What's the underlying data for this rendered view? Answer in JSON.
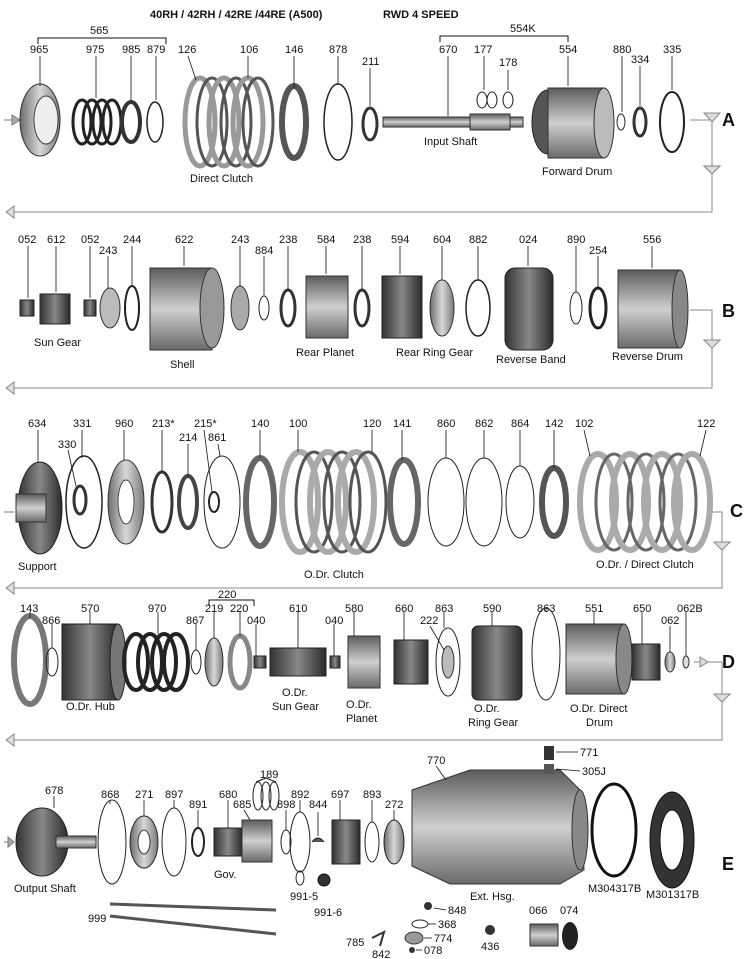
{
  "header": {
    "title": "40RH / 42RH / 42RE /44RE  (A500)",
    "subtitle": "RWD 4 SPEED"
  },
  "sections": [
    "A",
    "B",
    "C",
    "D",
    "E"
  ],
  "groups": {
    "g565": "565",
    "g554K": "554K",
    "g220": "220",
    "g189": "189"
  },
  "rowA": {
    "numbers": [
      "965",
      "975",
      "985",
      "879",
      "126",
      "106",
      "146",
      "878",
      "211",
      "670",
      "177",
      "178",
      "554",
      "880",
      "334",
      "335"
    ],
    "names": [
      "Direct Clutch",
      "Input Shaft",
      "Forward Drum"
    ]
  },
  "rowB": {
    "numbers": [
      "052",
      "612",
      "052",
      "243",
      "244",
      "622",
      "243",
      "884",
      "238",
      "584",
      "238",
      "594",
      "604",
      "882",
      "024",
      "890",
      "254",
      "556"
    ],
    "names": [
      "Sun Gear",
      "Shell",
      "Rear Planet",
      "Rear Ring Gear",
      "Reverse  Band",
      "Reverse Drum"
    ]
  },
  "rowC": {
    "numbers": [
      "634",
      "331",
      "330",
      "960",
      "213*",
      "214",
      "215*",
      "861",
      "140",
      "100",
      "120",
      "141",
      "860",
      "862",
      "864",
      "142",
      "102",
      "122"
    ],
    "names": [
      "Support",
      "O.Dr. Clutch",
      "O.Dr. / Direct Clutch"
    ]
  },
  "rowD": {
    "numbers": [
      "143",
      "866",
      "570",
      "970",
      "867",
      "219",
      "220",
      "040",
      "610",
      "040",
      "580",
      "660",
      "863",
      "222",
      "590",
      "863",
      "551",
      "650",
      "062B",
      "062"
    ],
    "names": [
      "O.Dr. Hub",
      "O.Dr.",
      "Sun Gear",
      "O.Dr.",
      "Planet",
      "O.Dr.",
      "Ring Gear",
      "O.Dr. Direct",
      "Drum"
    ]
  },
  "rowE": {
    "numbers": [
      "678",
      "868",
      "271",
      "897",
      "891",
      "680",
      "685",
      "898",
      "892",
      "844",
      "697",
      "893",
      "272",
      "770",
      "771",
      "305J",
      "991-5",
      "991-6",
      "848",
      "368",
      "774",
      "078",
      "785",
      "842",
      "436",
      "066",
      "074"
    ],
    "names": [
      "Output Shaft",
      "Gov.",
      "Ext. Hsg.",
      "M304317B",
      "M301317B"
    ],
    "spare": "999"
  }
}
